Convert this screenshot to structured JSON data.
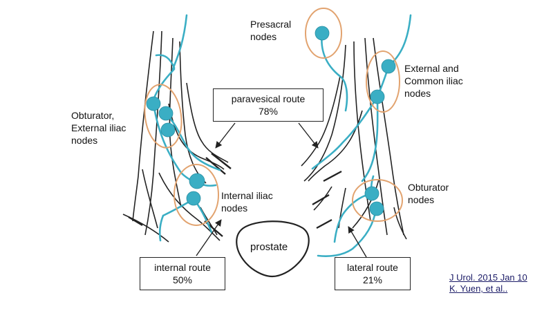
{
  "colors": {
    "node": "#3aaec4",
    "lymph_vessel": "#3aaec4",
    "node_group_ring": "#e2a36f",
    "anatomy_line": "#222222"
  },
  "labels": {
    "presacral": [
      "Presacral",
      "nodes"
    ],
    "external_common": [
      "External and",
      "Common iliac",
      "nodes"
    ],
    "obturator_external": [
      "Obturator,",
      "External iliac",
      "nodes"
    ],
    "internal_iliac": [
      "Internal iliac",
      "nodes"
    ],
    "obturator": [
      "Obturator",
      "nodes"
    ]
  },
  "routes": {
    "paravesical": {
      "name": "paravesical route",
      "percent": "78%"
    },
    "internal": {
      "name": "internal route",
      "percent": "50%"
    },
    "lateral": {
      "name": "lateral route",
      "percent": "21%"
    }
  },
  "organ": {
    "prostate": "prostate"
  },
  "citation": [
    "J Urol. 2015 Jan 10",
    "K. Yuen, et al.."
  ]
}
